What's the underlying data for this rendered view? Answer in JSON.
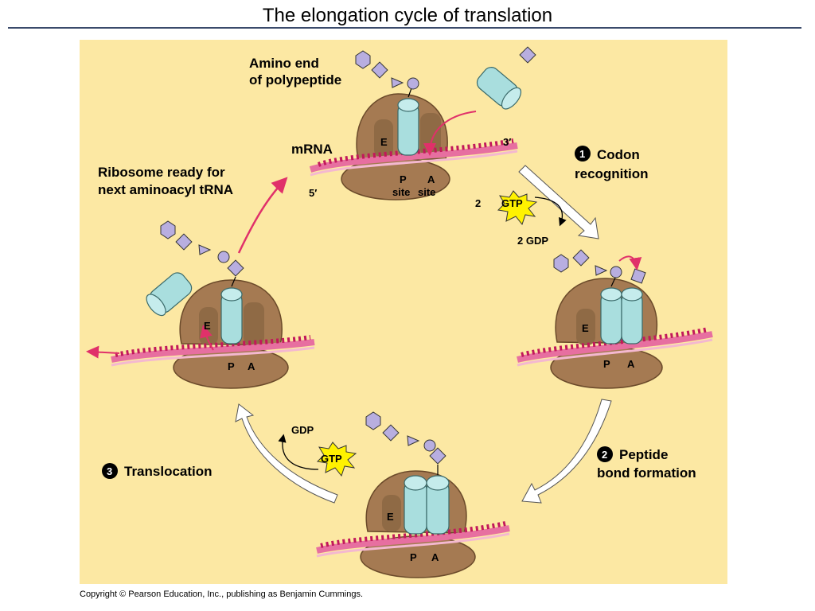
{
  "title": "The elongation cycle of translation",
  "copyright": "Copyright © Pearson Education, Inc., publishing as Benjamin Cummings.",
  "labels": {
    "amino_end": [
      "Amino end",
      "of polypeptide"
    ],
    "mrna": "mRNA",
    "five_prime": "5′",
    "three_prime": "3′",
    "ribosome_ready": [
      "Ribosome ready for",
      "next aminoacyl tRNA"
    ],
    "step1_num": "1",
    "step1": [
      "Codon",
      "recognition"
    ],
    "step2_num": "2",
    "step2": [
      "Peptide",
      "bond formation"
    ],
    "step3_num": "3",
    "step3": "Translocation",
    "gtp_count": "2",
    "gtp": "GTP",
    "gdp_2": "2 GDP",
    "gdp": "GDP",
    "site_e": "E",
    "site_p": "P",
    "site_a": "A",
    "site_word": "site"
  },
  "colors": {
    "panel": "#fce8a3",
    "ribosome": "#a57a52",
    "trna": "#a9dede",
    "mrna": "#e76fa0",
    "arrow_cycle": "#ffffff",
    "arrow_magenta": "#e0306a",
    "gtp_burst": "#fff200",
    "amino_acid": "#b8aee0"
  }
}
